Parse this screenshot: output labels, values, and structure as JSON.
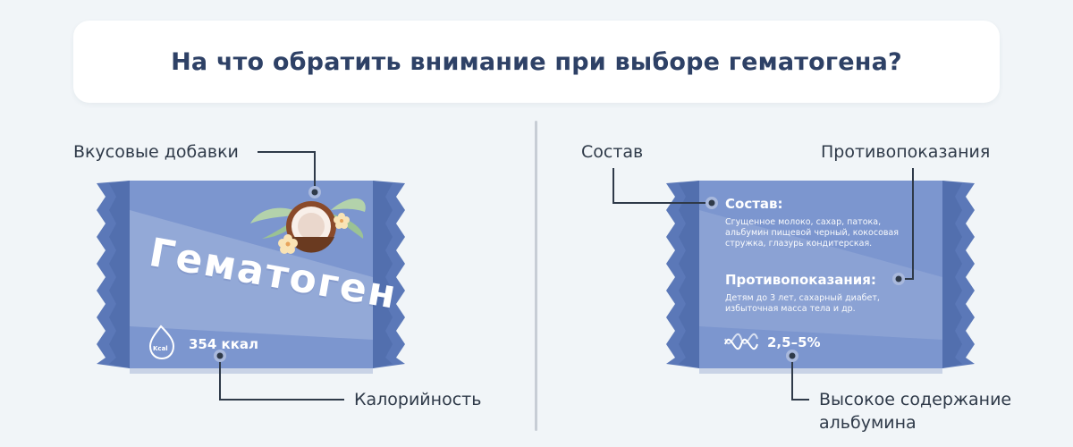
{
  "title": "На что обратить внимание при выборе гематогена?",
  "left_pack": {
    "brand": "Гематоген",
    "kcal_icon_label": "Kcal",
    "calories": "354 ккал",
    "callouts": {
      "flavor": "Вкусовые добавки",
      "calories": "Калорийность"
    }
  },
  "right_pack": {
    "composition_title": "Состав:",
    "composition_text": "Сгущенное молоко, сахар, патока, альбумин пищевой черный, кокосовая стружка, глазурь кондитерская.",
    "contra_title": "Противопоказания:",
    "contra_text": "Детям до 3 лет, сахарный диабет, избыточная масса тела и др.",
    "albumin_value": "2,5–5%",
    "callouts": {
      "composition": "Состав",
      "contra": "Противопоказания",
      "albumin": "Высокое содержание альбумина"
    }
  },
  "colors": {
    "title": "#2e4166",
    "pack_main": "#7c96cf",
    "pack_ends": "#5b78b8",
    "pack_ends_dark": "#4b67a6",
    "line": "#2f3a49"
  },
  "icons": [
    "kcal-drop-icon",
    "coconut-icon",
    "palm-leaf-icon",
    "flower-icon",
    "dna-icon"
  ]
}
